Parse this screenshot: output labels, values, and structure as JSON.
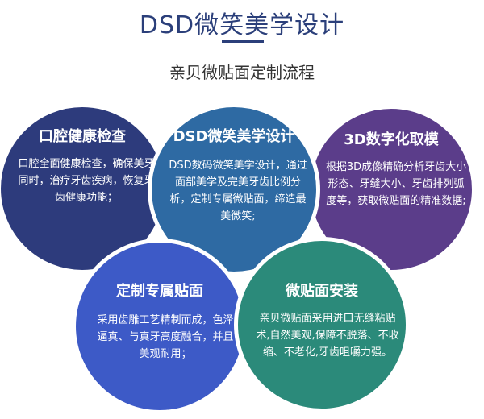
{
  "header": {
    "title": "DSD微笑美学设计",
    "subtitle": "亲贝微贴面定制流程"
  },
  "steps": [
    {
      "title": "口腔健康检查",
      "body": "口腔全面健康检查，确保美牙同时，治疗牙齿疾病，恢复牙齿健康功能；",
      "color": "#2d3b7c"
    },
    {
      "title": "DSD微笑美学设计",
      "body": "DSD数码微笑美学设计，通过面部美学及完美牙齿比例分析，定制专属微贴面，缔造最美微笑;",
      "color": "#2e6aa3"
    },
    {
      "title": "3D数字化取模",
      "body": "根据3D成像精确分析牙齿大小形态、牙缝大小、牙齿排列弧度等，获取微贴面的精准数据;",
      "color": "#5b3d8a"
    },
    {
      "title": "定制专属贴面",
      "body": "采用齿雕工艺精制而成，色泽逼真、与真牙高度融合，并且美观耐用；",
      "color": "#3d5ac7"
    },
    {
      "title": "微贴面安装",
      "body": "亲贝微贴面采用进口无缝粘贴术,自然美观,保障不脱落、不收缩、不老化,牙齿咀嚼力强。",
      "color": "#2b8a7a"
    }
  ]
}
